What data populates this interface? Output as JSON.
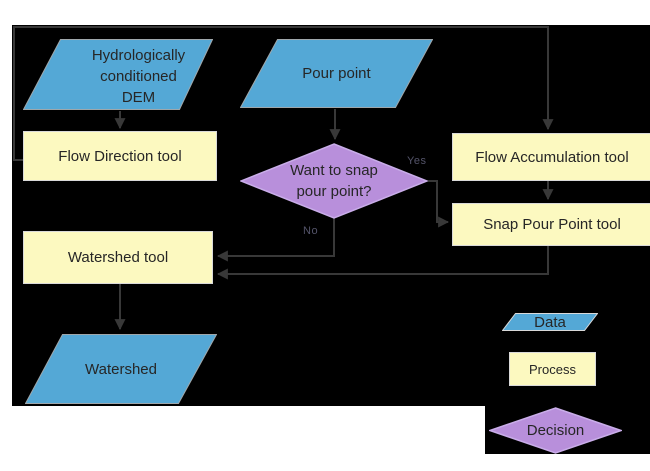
{
  "diagram": {
    "description": "Watershed delineation flowchart",
    "nodes": {
      "dem": {
        "type": "data",
        "lines": [
          "Hydrologically",
          "conditioned",
          "DEM"
        ]
      },
      "pour_point": {
        "type": "data",
        "label": "Pour point"
      },
      "flow_direction": {
        "type": "process",
        "label": "Flow Direction tool"
      },
      "flow_accumulation": {
        "type": "process",
        "label": "Flow Accumulation tool"
      },
      "snap_decision": {
        "type": "decision",
        "lines": [
          "Want to snap",
          "pour point?"
        ]
      },
      "snap_pour_point": {
        "type": "process",
        "label": "Snap Pour Point tool"
      },
      "watershed_tool": {
        "type": "process",
        "label": "Watershed tool"
      },
      "watershed_output": {
        "type": "data",
        "label": "Watershed"
      }
    },
    "edge_labels": {
      "yes": "Yes",
      "no": "No"
    },
    "legend": {
      "data_label": "Data",
      "process_label": "Process",
      "decision_label": "Decision"
    },
    "colors": {
      "background": "#000000",
      "page": "#ffffff",
      "data_fill": "#54a8d6",
      "process_fill": "#fcf9c0",
      "decision_fill": "#b88fdb",
      "decision_border": "#c9ade9",
      "shape_border": "#d9d9d9",
      "connector": "#383838",
      "text": "#262626"
    }
  }
}
